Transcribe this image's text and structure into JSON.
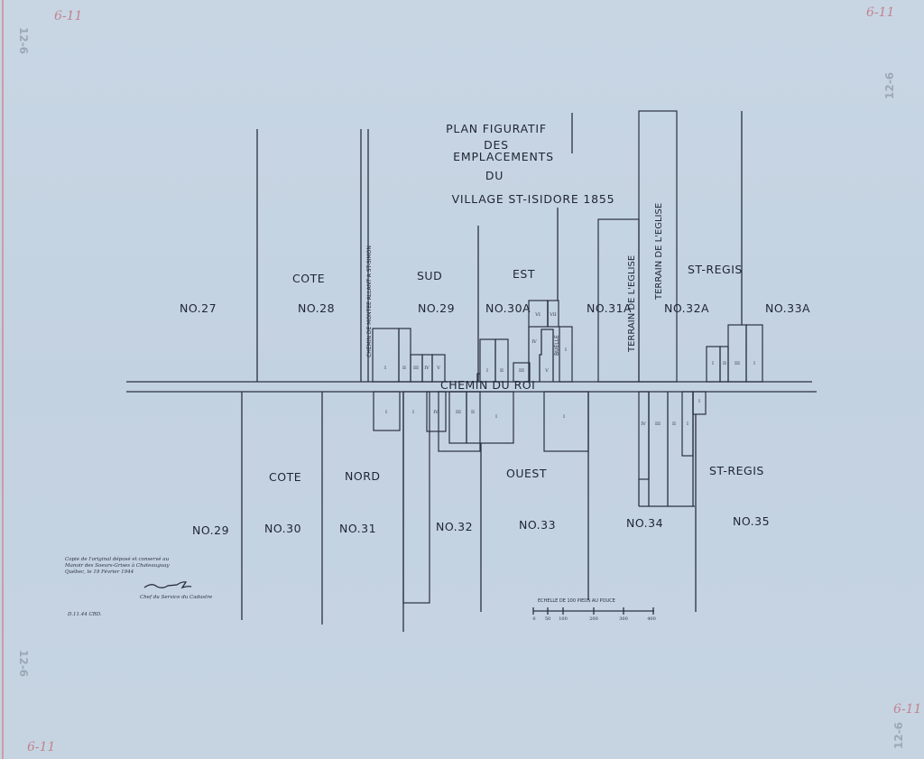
{
  "title": {
    "line1": "PLAN FIGURATIF",
    "line2": "DES",
    "line3": "EMPLACEMENTS",
    "line4": "DU",
    "line5": "VILLAGE ST-ISIDORE 1855"
  },
  "road": "CHEMIN    DU    ROI",
  "side_roads": {
    "montee": "CHEMIN DE MONTEE ALLANT A ST-SIMON",
    "terrain1": "TERRAIN DE L'EGLISE",
    "terrain2": "TERRAIN DE L'EGLISE",
    "buelle": "BUELLE"
  },
  "north": {
    "cote": "COTE",
    "sud": "SUD",
    "est": "EST",
    "st_regis": "ST-REGIS",
    "lots": [
      "NO.27",
      "NO.28",
      "NO.29",
      "NO.30A",
      "NO.31A",
      "NO.32A",
      "NO.33A"
    ]
  },
  "south": {
    "cote": "COTE",
    "nord": "NORD",
    "ouest": "OUEST",
    "st_regis": "ST-REGIS",
    "lots": [
      "NO.29",
      "NO.30",
      "NO.31",
      "NO.32",
      "NO.33",
      "NO.34",
      "NO.35"
    ]
  },
  "subdivisions": {
    "n1": [
      "I",
      "II",
      "III",
      "IV",
      "V"
    ],
    "n2": [
      "I",
      "II",
      "III"
    ],
    "n3": [
      "VI",
      "VII",
      "IV",
      "V",
      "I"
    ],
    "n4": [
      "I",
      "II",
      "III",
      "I"
    ],
    "s1": [
      "I",
      "I",
      "IV",
      "III",
      "II",
      "I",
      "I"
    ],
    "s2": [
      "IV",
      "III",
      "II",
      "I",
      "I"
    ]
  },
  "scale": {
    "label": "ECHELLE DE 100 PIEDS AU POUCE",
    "ticks": [
      "0",
      "50",
      "100",
      "200",
      "300",
      "400"
    ]
  },
  "certification": {
    "line1": "Copie de l'original déposé et conservé au",
    "line2": "Manoir des Soeurs-Grises à Chateauguay",
    "line3": "Québec, le 19 Février 1944",
    "signature_title": "Chef du Service du Cadastre",
    "ref": "D.11.44 CRD."
  },
  "stamps": {
    "number": "12-6",
    "corner_marks": [
      "6-11",
      "6-11",
      "6-11",
      "6-11"
    ]
  }
}
